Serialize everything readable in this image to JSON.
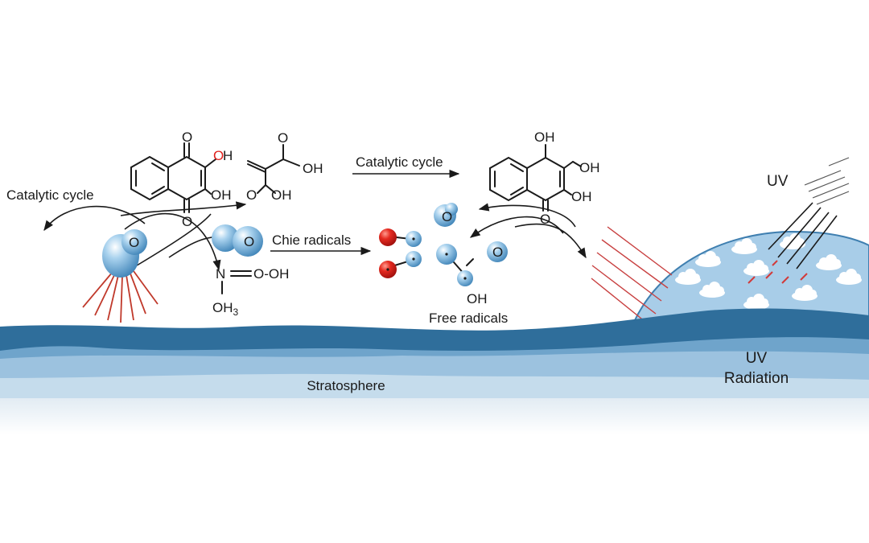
{
  "labels": {
    "catalytic_cycle_left": "Catalytic cycle",
    "catalytic_cycle_top": "Catalytic cycle",
    "chie_radicals": "Chie radicals",
    "free_radicals": "Free radicals",
    "stratosphere": "Stratosphere",
    "uv_top": "UV",
    "uv_radiation_line1": "UV",
    "uv_radiation_line2": "Radiation"
  },
  "chem": {
    "naphtho_o_top": "O",
    "naphtho_o_bottom": "O",
    "naphtho_oh_red": "O",
    "naphtho_oh_red_h": "H",
    "naphtho_oh_2": "OH",
    "acid_o_top": "O",
    "acid_oh_1": "OH",
    "acid_o_left": "O",
    "acid_oh_2": "OH",
    "nitro_n": "N",
    "nitro_ooh": "O-OH",
    "nitro_oh3": "OH",
    "nitro_oh3_sub": "3",
    "right_oh_top": "OH",
    "right_oh_side": "OH",
    "right_oh_2": "OH",
    "right_o_bottom": "O",
    "radical_oh": "OH"
  },
  "spheres": {
    "molecule_left": "O",
    "molecule_mid": "O",
    "radical_top": "O",
    "radical_right": "O"
  },
  "colors": {
    "sphere_blue": "#8ec1e3",
    "sphere_dark": "#4d8fc0",
    "oxygen_red": "#e0201c",
    "wave_dark": "#2f6e9b",
    "wave_mid": "#7fb0d4",
    "wave_light": "#b9d3e6",
    "earth": "#a3cbe6",
    "uv_red": "#d23a3a"
  },
  "icons": [
    "cloud-icon",
    "sun-ray-icon",
    "molecule-sphere-icon"
  ]
}
